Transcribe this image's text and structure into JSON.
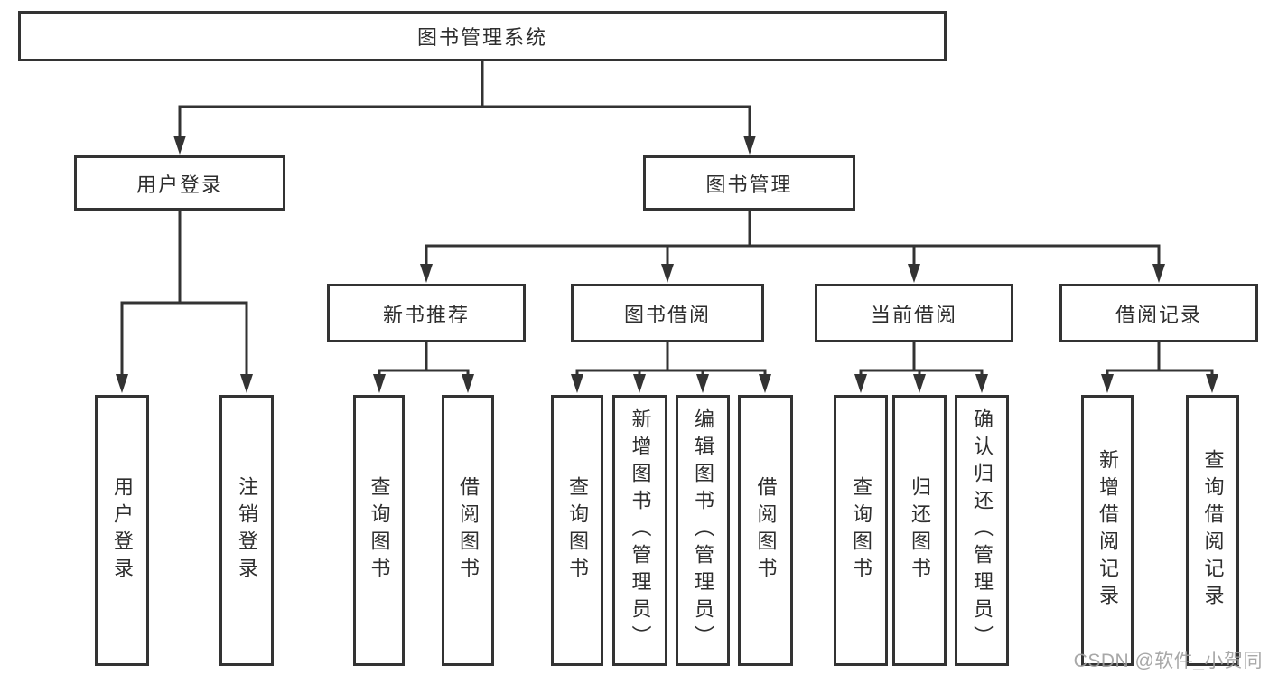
{
  "page": {
    "background": "#ffffff",
    "watermark": {
      "text": "CSDN @软件_小贺同学",
      "color": "#9e9e9e"
    }
  },
  "diagram": {
    "type": "tree",
    "line_color": "#333333",
    "node_border_color": "#333333",
    "node_background": "#ffffff",
    "text_color": "#2e2e2e"
  },
  "hierarchy": {
    "label": "图书管理系统",
    "children": [
      {
        "label": "用户登录",
        "children": [
          {
            "label": "用户登录"
          },
          {
            "label": "注销登录"
          }
        ]
      },
      {
        "label": "图书管理",
        "children": [
          {
            "label": "新书推荐",
            "children": [
              {
                "label": "查询图书"
              },
              {
                "label": "借阅图书"
              }
            ]
          },
          {
            "label": "图书借阅",
            "children": [
              {
                "label": "查询图书"
              },
              {
                "label": "新增图书（管理员）"
              },
              {
                "label": "编辑图书（管理员）"
              },
              {
                "label": "借阅图书"
              }
            ]
          },
          {
            "label": "当前借阅",
            "children": [
              {
                "label": "查询图书"
              },
              {
                "label": "归还图书"
              },
              {
                "label": "确认归还（管理员）"
              }
            ]
          },
          {
            "label": "借阅记录",
            "children": [
              {
                "label": "新增借阅记录"
              },
              {
                "label": "查询借阅记录"
              }
            ]
          }
        ]
      }
    ]
  }
}
